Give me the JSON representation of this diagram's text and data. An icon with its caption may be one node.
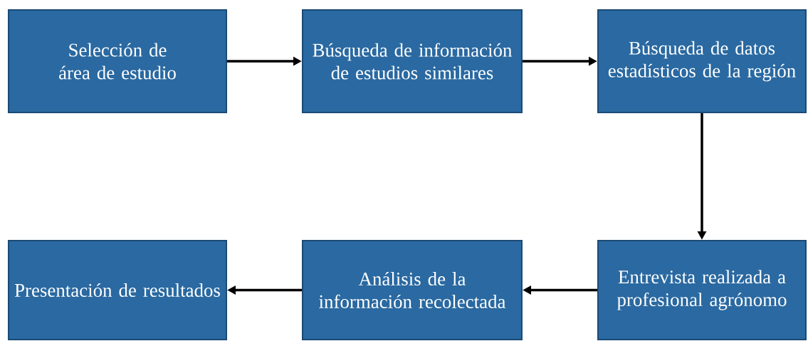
{
  "diagram": {
    "nodes": [
      {
        "text": [
          "Selección de área de estudio"
        ]
      },
      {
        "text": [
          "Búsqueda de información de estudios similares"
        ]
      },
      {
        "text": [
          "Búsqueda de datos estadísticos de la región"
        ]
      },
      {
        "text": [
          "Presentación de resultados"
        ]
      },
      {
        "text": [
          "Análisis de la información recolectada"
        ]
      },
      {
        "text": [
          "Entrevista realizada a profesional agrónomo"
        ]
      }
    ],
    "edges": [
      {
        "from": 0,
        "to": 1,
        "arrow": "to"
      },
      {
        "from": 1,
        "to": 2,
        "arrow": "to"
      },
      {
        "from": 2,
        "to": 5,
        "arrow": "to"
      },
      {
        "from": 5,
        "to": 4,
        "arrow": "to"
      },
      {
        "from": 4,
        "to": 3,
        "arrow": "to"
      }
    ]
  }
}
